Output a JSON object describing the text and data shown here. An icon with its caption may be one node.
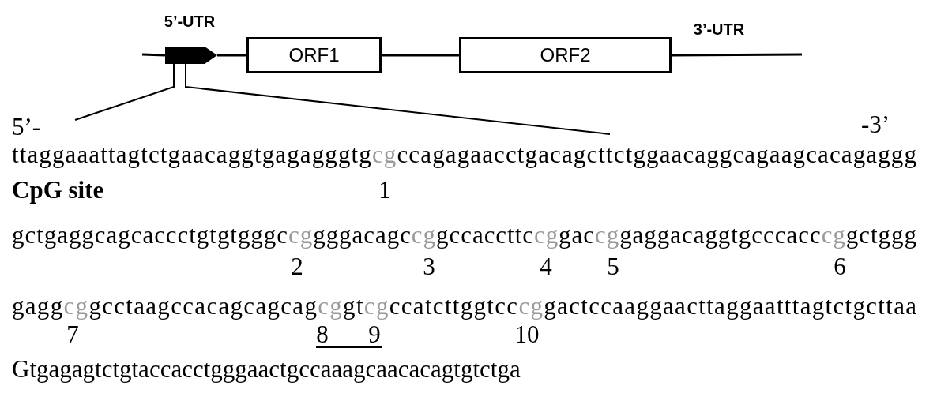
{
  "diagram": {
    "nodes": [
      {
        "text": [],
        "shape": "arrow"
      },
      {
        "text": [
          "ORF1"
        ]
      },
      {
        "text": [
          "ORF2"
        ]
      }
    ],
    "edges": [
      {
        "from": null,
        "to": 0,
        "arrow": "none"
      },
      {
        "from": 0,
        "to": 1,
        "arrow": "none"
      },
      {
        "from": 1,
        "to": 2,
        "arrow": "none"
      },
      {
        "from": 2,
        "to": null,
        "arrow": "none"
      },
      {
        "from": 0,
        "to": null,
        "arrow": "none"
      },
      {
        "from": 0,
        "to": null,
        "arrow": "none"
      }
    ],
    "labels": [
      "5’-UTR",
      "3’-UTR",
      "5’-",
      "-3’",
      "ttaggaaattagtctgaacaggtgagagggtgcgccagagaacctgacagcttctggaacaggcagaagcacagaggg",
      "CpG site",
      "1",
      "gctgaggcagcaccctgtgtgggccggggacagccggccaccttccggaccggaggacaggtgcccacccggctggg",
      "2",
      "3",
      "4",
      "5",
      "6",
      "gaggcggcctaagccacagcagcagcggtcgccatcttggtcccggactccaaggaacttaggaatttagtctgcttaa",
      "7",
      "8",
      "9",
      "10",
      "Gtgagagtctgtaccacctgggaactgccaaagcaacacagtgtctga"
    ]
  }
}
